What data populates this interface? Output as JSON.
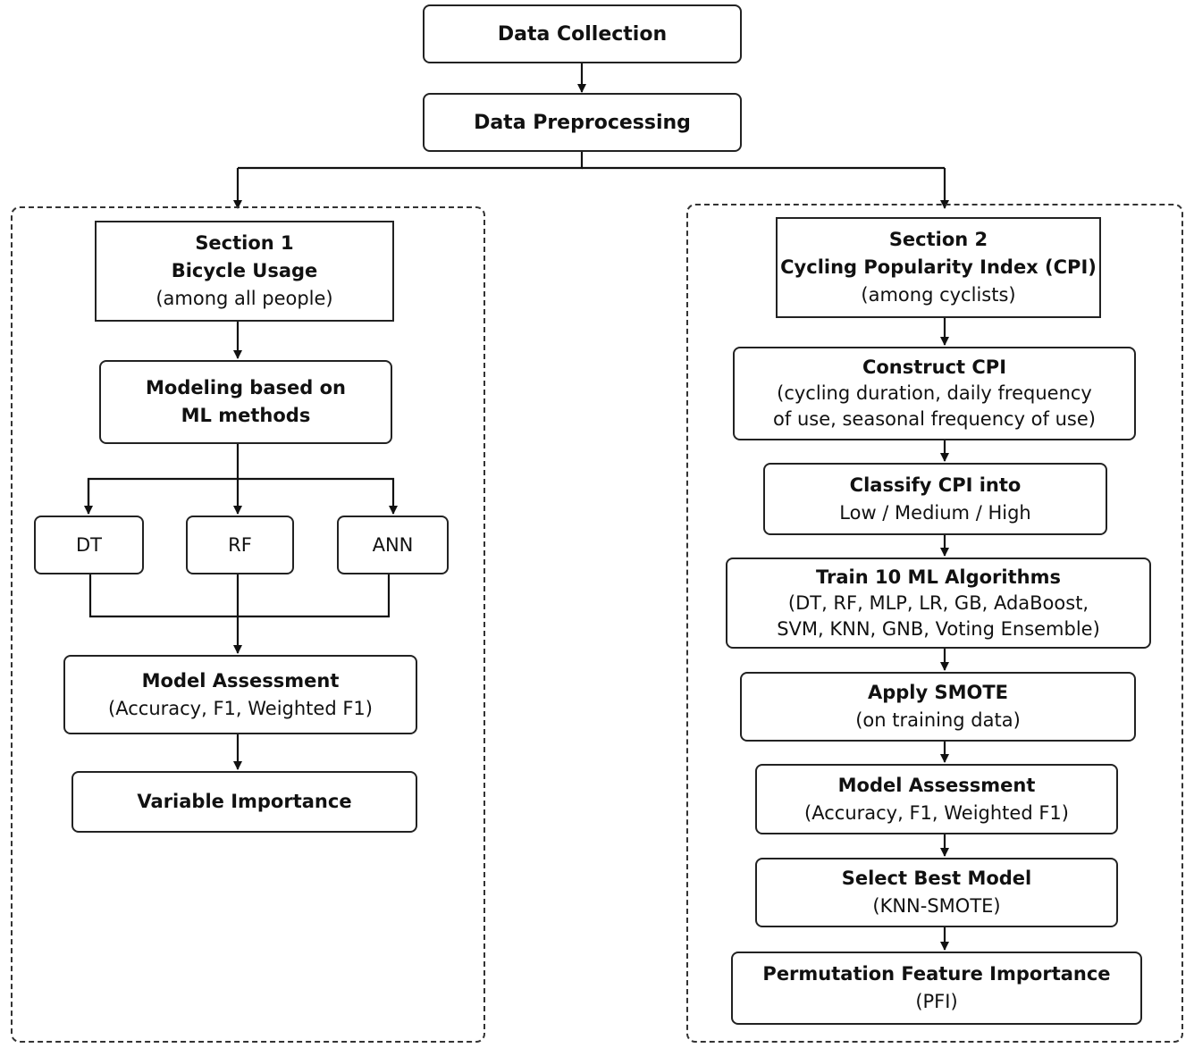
{
  "top": {
    "data_collection": "Data Collection",
    "data_preprocessing": "Data Preprocessing"
  },
  "section1": {
    "title": "Section 1",
    "subtitle": "Bicycle Usage",
    "scope": "(among all people)",
    "modeling_line1": "Modeling based on",
    "modeling_line2": "ML methods",
    "methods": [
      "DT",
      "RF",
      "ANN"
    ],
    "assessment_title": "Model Assessment",
    "assessment_metrics": "(Accuracy, F1, Weighted F1)",
    "importance": "Variable Importance"
  },
  "section2": {
    "title": "Section 2",
    "subtitle": "Cycling Popularity Index (CPI)",
    "scope": "(among cyclists)",
    "construct_title": "Construct CPI",
    "construct_line1": "(cycling duration, daily frequency",
    "construct_line2": "of use, seasonal frequency of use)",
    "classify_line1": "Classify CPI into",
    "classify_line2": "Low / Medium / High",
    "train_title": "Train 10 ML Algorithms",
    "train_line1": "(DT, RF, MLP, LR, GB, AdaBoost,",
    "train_line2": "SVM, KNN, GNB, Voting Ensemble)",
    "smote_title": "Apply SMOTE",
    "smote_line": "(on training data)",
    "assessment_title": "Model Assessment",
    "assessment_metrics": "(Accuracy, F1, Weighted F1)",
    "best_title": "Select Best Model",
    "best_line": "(KNN-SMOTE)",
    "pfi_title": "Permutation Feature Importance",
    "pfi_line": "(PFI)"
  }
}
